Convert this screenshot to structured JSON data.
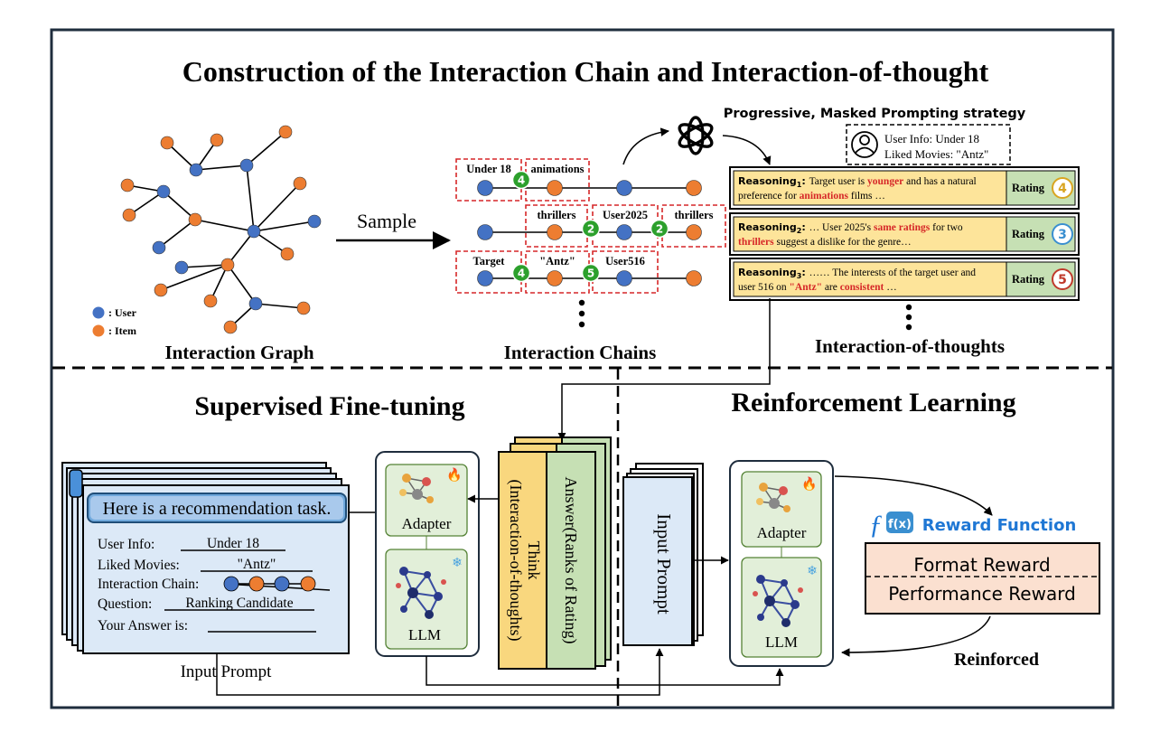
{
  "title": "Construction of the Interaction Chain and Interaction-of-thought",
  "strategy_label": "Progressive, Masked Prompting strategy",
  "sample_label": "Sample",
  "graph": {
    "caption": "Interaction Graph",
    "legend_user": ": User",
    "legend_item": ": Item"
  },
  "chains": {
    "caption": "Interaction Chains",
    "labels": [
      "Under 18",
      "animations",
      "thrillers",
      "User2025",
      "thrillers",
      "Target",
      "\"Antz\"",
      "User516"
    ],
    "ratings": [
      "4",
      "2",
      "2",
      "4",
      "5"
    ]
  },
  "user_info_box": {
    "line1": "User Info: Under 18",
    "line2": "Liked Movies: \"Antz\""
  },
  "reasoning": [
    {
      "label": "Reasoning",
      "sub": "1",
      "segments": [
        {
          "t": "Target user is ",
          "hl": false
        },
        {
          "t": "younger",
          "hl": true
        },
        {
          "t": " and has a natural",
          "hl": false
        }
      ],
      "segments2": [
        {
          "t": "preference for ",
          "hl": false
        },
        {
          "t": "animations",
          "hl": true
        },
        {
          "t": " films …",
          "hl": false
        }
      ],
      "rating_label": "Rating",
      "rating": "4",
      "rating_color": "#d9a520"
    },
    {
      "label": "Reasoning",
      "sub": "2",
      "segments": [
        {
          "t": "… User 2025's ",
          "hl": false
        },
        {
          "t": "same ratings",
          "hl": true
        },
        {
          "t": " for two",
          "hl": false
        }
      ],
      "segments2": [
        {
          "t": "thrillers",
          "hl": true
        },
        {
          "t": " suggest a dislike for the genre…",
          "hl": false
        }
      ],
      "rating_label": "Rating",
      "rating": "3",
      "rating_color": "#3a8fd0"
    },
    {
      "label": "Reasoning",
      "sub": "3",
      "segments": [
        {
          "t": "…… The interests of the target user and",
          "hl": false
        }
      ],
      "segments2": [
        {
          "t": "user 516 on ",
          "hl": false
        },
        {
          "t": "\"Antz\"",
          "hl": true
        },
        {
          "t": " are ",
          "hl": false
        },
        {
          "t": "consistent",
          "hl": true
        },
        {
          "t": " …",
          "hl": false
        }
      ],
      "rating_label": "Rating",
      "rating": "5",
      "rating_color": "#c0392b"
    }
  ],
  "iot_caption": "Interaction-of-thoughts",
  "sft": {
    "title": "Supervised Fine-tuning",
    "prompt_header": "Here is a recommendation task.",
    "fields": [
      {
        "label": "User Info:",
        "value": "Under 18"
      },
      {
        "label": "Liked Movies:",
        "value": "\"Antz\""
      },
      {
        "label": "Interaction Chain:",
        "value": ""
      },
      {
        "label": "Question:",
        "value": "Ranking Candidate"
      },
      {
        "label": "Your Answer is:",
        "value": ""
      }
    ],
    "input_prompt_caption": "Input Prompt",
    "adapter_label": "Adapter",
    "llm_label": "LLM",
    "think_line1": "Think",
    "think_line2": "(Interaction-of-thoughts)",
    "answer_line1": "Answer(Ranks of Rating)"
  },
  "rl": {
    "title": "Reinforcement Learning",
    "input_prompt_label": "Input Prompt",
    "adapter_label": "Adapter",
    "llm_label": "LLM",
    "fx_label": "f(x)",
    "reward_function_label": "Reward Function",
    "format_reward": "Format Reward",
    "performance_reward": "Performance Reward",
    "reinforced_label": "Reinforced"
  },
  "colors": {
    "user": "#4472c4",
    "item": "#ed7d31",
    "dash_red": "#d62728",
    "green_badge": "#2ca02c",
    "reason_bg": "#fde49a",
    "rating_bg": "#c6e0b4",
    "prompt_bg": "#dce9f7",
    "think_bg": "#f9d77e",
    "answer_bg": "#c6e0b4",
    "reward_bg": "#fbe0d0",
    "module_bg": "#e2efd9",
    "reward_title": "#1f77d4",
    "highlight": "#d62728"
  }
}
